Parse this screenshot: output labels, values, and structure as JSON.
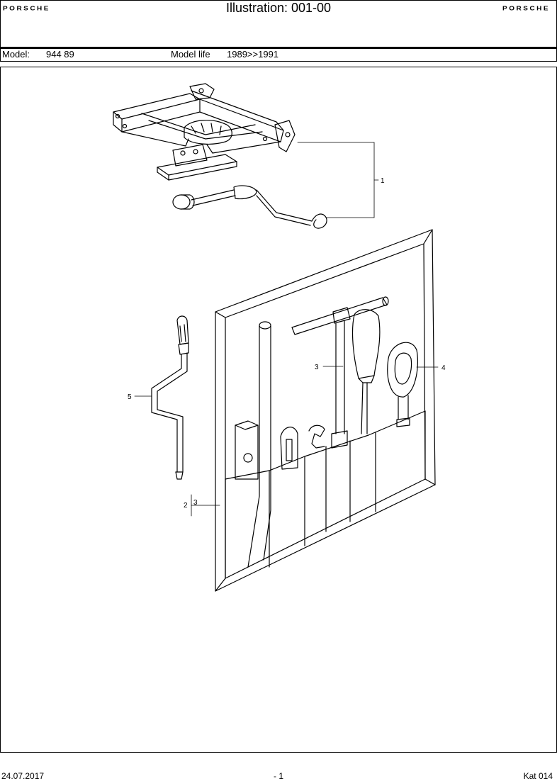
{
  "header": {
    "logo_left": "PORSCHE",
    "title": "Illustration: 001-00",
    "logo_right": "PORSCHE"
  },
  "model": {
    "model_label": "Model:",
    "model_value": "944 89",
    "life_label": "Model life",
    "life_value": "1989>>1991"
  },
  "callouts": {
    "c1": "1",
    "c2": "2",
    "c2b": "3",
    "c3": "3",
    "c4": "4",
    "c5": "5"
  },
  "footer": {
    "date": "24.07.2017",
    "page": "- 1",
    "catalog": "Kat 014"
  }
}
